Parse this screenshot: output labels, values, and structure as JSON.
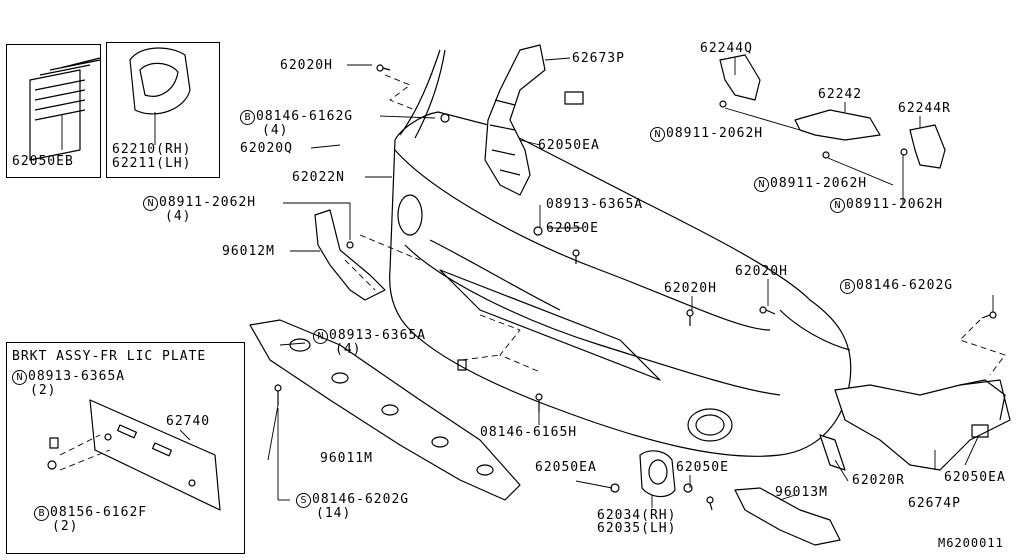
{
  "diagram_id": "M6200011",
  "box_titles": {
    "lic_plate": "BRKT ASSY-FR LIC PLATE"
  },
  "labels": {
    "p62050EB": "62050EB",
    "p62210": "62210(RH)",
    "p62211": "62211(LH)",
    "p62020H_a": "62020H",
    "b08146_6162G": "08146-6162G",
    "b08146_6162G_qty": "(4)",
    "p62020Q": "62020Q",
    "p62022N": "62022N",
    "n08911_a": "08911-2062H",
    "n08911_a_qty": "(4)",
    "p96012M": "96012M",
    "p62673P": "62673P",
    "p62050EA_a": "62050EA",
    "p08913_6365A_a": "08913-6365A",
    "p62050E_a": "62050E",
    "p62244Q": "62244Q",
    "n08911_b": "08911-2062H",
    "p62242": "62242",
    "p62244R": "62244R",
    "n08911_c": "08911-2062H",
    "n08911_d": "08911-2062H",
    "p62020H_b": "62020H",
    "p62020H_c": "62020H",
    "b08146_6202G_a": "08146-6202G",
    "n08913_b": "08913-6365A",
    "n08913_b_qty": "(4)",
    "n08913_c": "08913-6365A",
    "n08913_c_qty": "(2)",
    "p62740": "62740",
    "b08156": "08156-6162F",
    "b08156_qty": "(2)",
    "p96011M": "96011M",
    "s08146_6202G": "08146-6202G",
    "s08146_6202G_qty": "(14)",
    "p08146_6165H": "08146-6165H",
    "p62050EA_b": "62050EA",
    "p62034": "62034(RH)",
    "p62035": "62035(LH)",
    "p62050E_b": "62050E",
    "p96013M": "96013M",
    "p62020R": "62020R",
    "p62674P": "62674P",
    "p62050EA_c": "62050EA"
  },
  "prefix_symbols": {
    "B": "B",
    "N": "N",
    "S": "S"
  }
}
